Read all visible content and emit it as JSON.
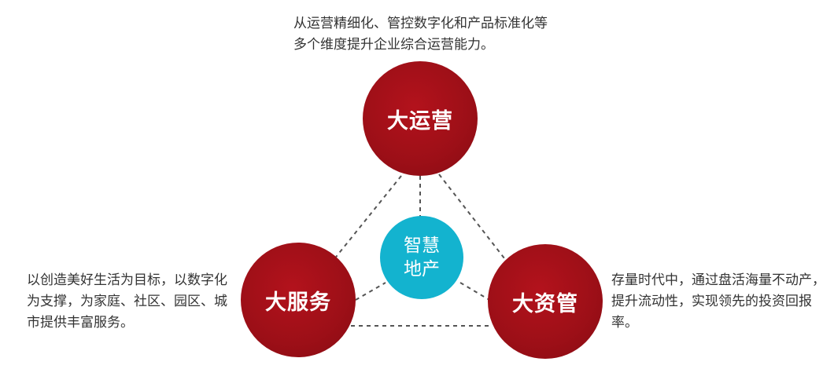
{
  "center": {
    "label_line1": "智慧",
    "label_line2": "地产"
  },
  "nodes": [
    {
      "label": "大运营",
      "description": "从运营精细化、管控数字化和产品标准化等多个维度提升企业综合运营能力。"
    },
    {
      "label": "大服务",
      "description": "以创造美好生活为目标，以数字化为支撑，为家庭、社区、园区、城市提供丰富服务。"
    },
    {
      "label": "大资管",
      "description": "存量时代中，通过盘活海量不动产，提升流动性，实现领先的投资回报率。"
    }
  ],
  "colors": {
    "node_fill": "#9c0f17",
    "center_fill": "#13b3cf",
    "link_stroke": "#555555",
    "text": "#333333"
  }
}
